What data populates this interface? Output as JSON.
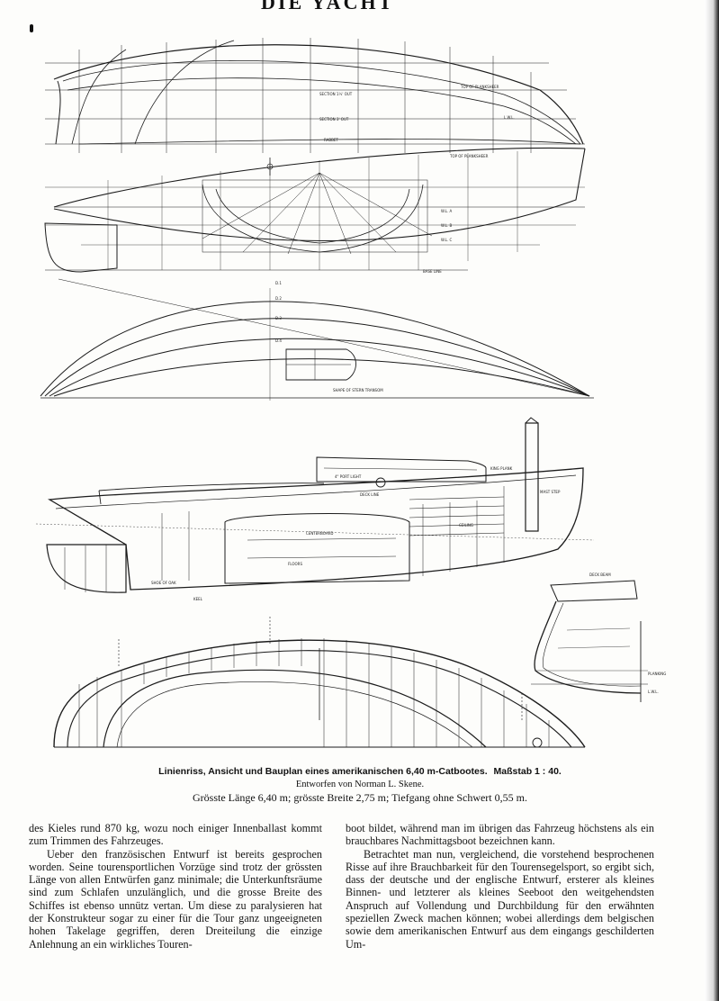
{
  "page": {
    "header_fragment": "DIE YACHT"
  },
  "drawing_labels": {
    "top_of_planksheer": "TOP OF PLANKSHEER",
    "section_1": "SECTION 1½' OUT",
    "section_2": "SECTION 3' OUT",
    "lwl": "L.W.L.",
    "rabbet": "RABBET",
    "wl_a": "W.L. A",
    "wl_b": "W.L. B",
    "wl_c": "W.L. C",
    "base_line": "BASE LINE",
    "diag_1": "D.1",
    "diag_2": "D.2",
    "diag_3": "D.3",
    "diag_4": "D.4",
    "shape_of_stern": "SHAPE OF STERN TRANSOM",
    "king_plank": "KING PLANK",
    "mast_step": "MAST STEP",
    "bitt_head": "4\" PORT LIGHT",
    "deck_line": "DECK LINE",
    "ceiling": "CEILING",
    "centerboard": "CENTERBOARD",
    "shoe": "SHOE OF OAK",
    "floor": "FLOORS",
    "deck_beam": "DECK BEAM",
    "planking": "PLANKING",
    "keel": "KEEL"
  },
  "caption": {
    "line1": "Linienriss, Ansicht und Bauplan eines amerikanischen 6,40 m-Catbootes.",
    "scale": "Maßstab 1 : 40.",
    "line2": "Entworfen von Norman L. Skene.",
    "line3": "Grösste Länge 6,40 m; grösste Breite 2,75 m; Tiefgang ohne Schwert 0,55 m."
  },
  "text": {
    "left": [
      "des Kieles rund 870 kg, wozu noch einiger Innenballast kommt zum Trimmen des Fahrzeuges.",
      "Ueber den französischen Entwurf ist bereits gesprochen worden. Seine tourensportlichen Vorzüge sind trotz der grössten Länge von allen Entwürfen ganz minimale; die Unterkunftsräume sind zum Schlafen unzulänglich, und die grosse Breite des Schiffes ist ebenso unnütz vertan. Um diese zu paralysieren hat der Konstrukteur sogar zu einer für die Tour ganz ungeeigneten hohen Takelage gegriffen, deren Dreiteilung die einzige Anlehnung an ein wirkliches Touren-"
    ],
    "right": [
      "boot bildet, während man im übrigen das Fahrzeug höchstens als ein brauchbares Nachmittagsboot bezeichnen kann.",
      "Betrachtet man nun, vergleichend, die vorstehend besprochenen Risse auf ihre Brauchbarkeit für den Tourensegelsport, so ergibt sich, dass der deutsche und der englische Entwurf, ersterer als kleines Binnen- und letzterer als kleines Seeboot den weitgehendsten Anspruch auf Vollendung und Durchbildung für den erwähnten speziellen Zweck machen können; wobei allerdings dem belgischen sowie dem amerikanischen Entwurf aus dem eingangs geschilderten Um-"
    ]
  }
}
